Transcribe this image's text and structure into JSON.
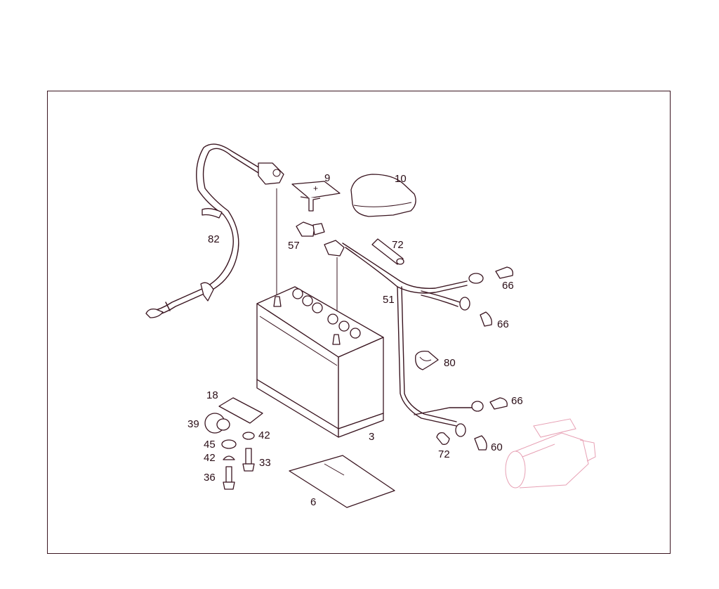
{
  "labels": {
    "l82": "82",
    "l9": "9",
    "l10": "10",
    "l57": "57",
    "l72a": "72",
    "l51": "51",
    "l66a": "66",
    "l66b": "66",
    "l80": "80",
    "l66c": "66",
    "l60": "60",
    "l72b": "72",
    "l3": "3",
    "l6": "6",
    "l18": "18",
    "l39": "39",
    "l42a": "42",
    "l45": "45",
    "l42b": "42",
    "l33": "33",
    "l36": "36"
  },
  "colors": {
    "line": "#3a1520",
    "label": "#2a0d16",
    "ghost": "#e7a0b4"
  }
}
